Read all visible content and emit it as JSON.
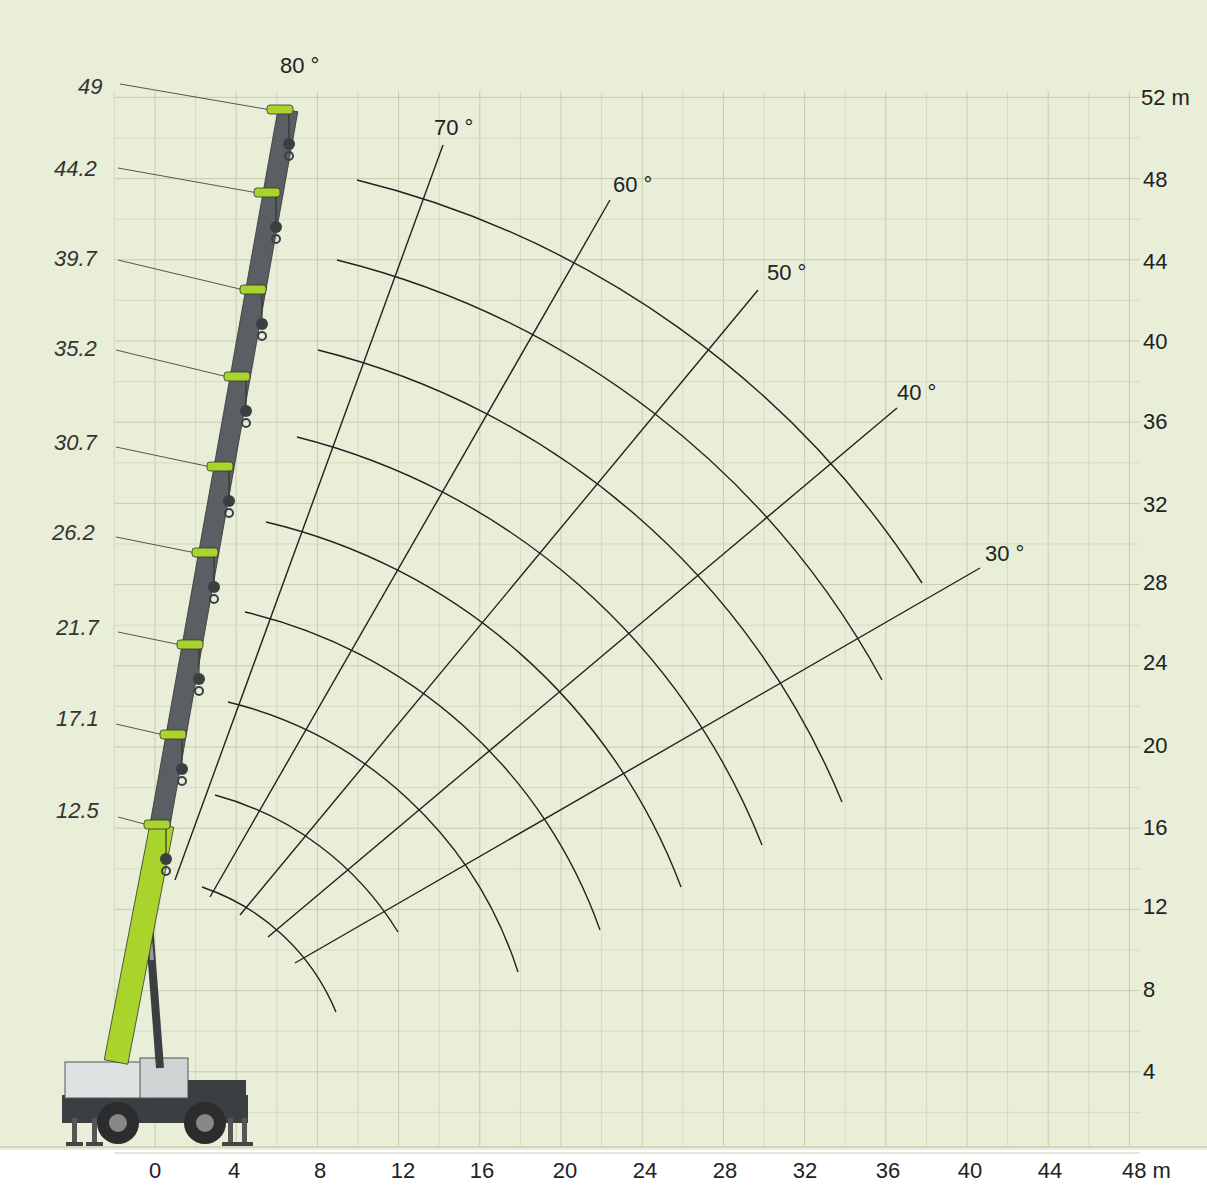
{
  "diagram": {
    "labels": [
      "49",
      "44.2",
      "39.7",
      "35.2",
      "30.7",
      "26.2",
      "21.7",
      "17.1",
      "12.5",
      "80 °",
      "70 °",
      "60 °",
      "50 °",
      "40 °",
      "30 °",
      "52 m",
      "48",
      "44",
      "40",
      "36",
      "32",
      "28",
      "24",
      "20",
      "16",
      "12",
      "8",
      "4",
      "0",
      "4",
      "8",
      "12",
      "16",
      "20",
      "24",
      "28",
      "32",
      "36",
      "40",
      "44",
      "48 m"
    ]
  }
}
